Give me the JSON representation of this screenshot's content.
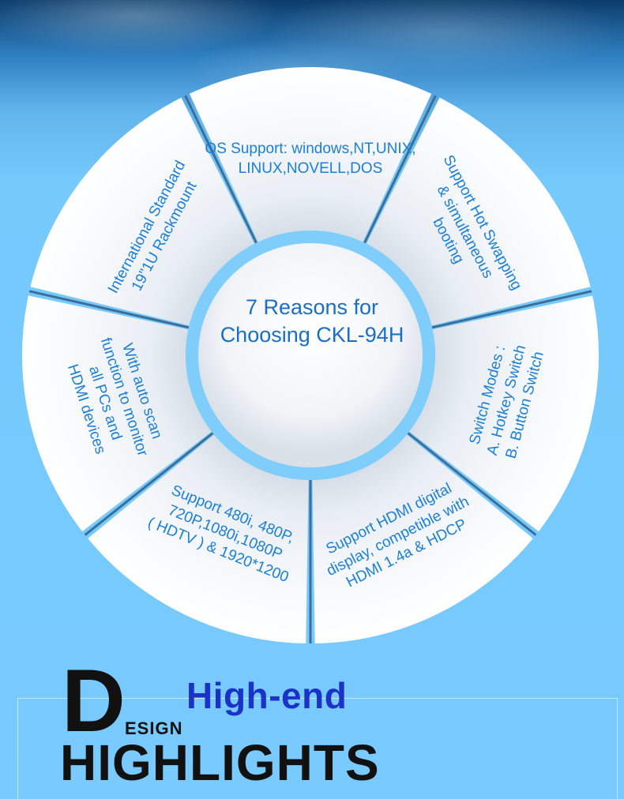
{
  "center": {
    "title": "7 Reasons for\nChoosing CKL-94H"
  },
  "segments": [
    {
      "id": "os-support",
      "text": "OS Support: windows,NT,UNIX,\nLINUX,NOVELL,DOS"
    },
    {
      "id": "hot-swapping",
      "text": "Support Hot Swapping\n& simultaneous\nbooting"
    },
    {
      "id": "switch-modes",
      "text": "Switch Modes :\nA.  Hotkey Switch\nB.  Button Switch"
    },
    {
      "id": "hdmi-digital",
      "text": "Support HDMI digital\ndisplay, competible with\nHDMI 1.4a & HDCP"
    },
    {
      "id": "resolution",
      "text": "Support 480i, 480P,\n720P,1080i,1080P\n( HDTV ) & 1920*1200"
    },
    {
      "id": "auto-scan",
      "text": "With auto scan\nfunction to monitor\nall PCs and\nHDMI devices"
    },
    {
      "id": "rackmount",
      "text": "International Standard\n19\"1U Rackmount"
    }
  ],
  "footer": {
    "big_letter": "D",
    "esign": "ESIGN",
    "high_end": "High-end",
    "highlights": "HIGHLIGHTS"
  },
  "colors": {
    "segment_text": "#1a7fd6",
    "high_end": "#1b32c9",
    "background": "#78caff"
  }
}
